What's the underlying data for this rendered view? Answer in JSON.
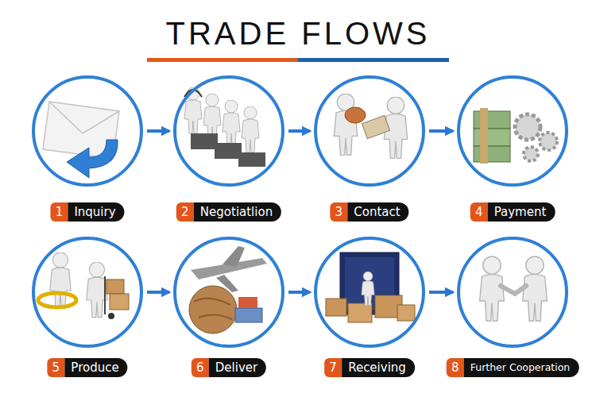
{
  "diagram": {
    "title": "TRADE FLOWS",
    "nodes": [
      {
        "text": [
          "1",
          "Inquiry"
        ]
      },
      {
        "text": [
          "2",
          "Negotiatlion"
        ]
      },
      {
        "text": [
          "3",
          "Contact"
        ]
      },
      {
        "text": [
          "4",
          "Payment"
        ]
      },
      {
        "text": [
          "5",
          "Produce"
        ]
      },
      {
        "text": [
          "6",
          "Deliver"
        ]
      },
      {
        "text": [
          "7",
          "Receiving"
        ]
      },
      {
        "text": [
          "8",
          "Further Cooperation"
        ]
      }
    ],
    "edges": [
      {
        "from": 0,
        "to": 1,
        "arrow": "to"
      },
      {
        "from": 1,
        "to": 2,
        "arrow": "to"
      },
      {
        "from": 2,
        "to": 3,
        "arrow": "to"
      },
      {
        "from": 4,
        "to": 5,
        "arrow": "to"
      },
      {
        "from": 5,
        "to": 6,
        "arrow": "to"
      },
      {
        "from": 6,
        "to": 7,
        "arrow": "to"
      }
    ]
  }
}
